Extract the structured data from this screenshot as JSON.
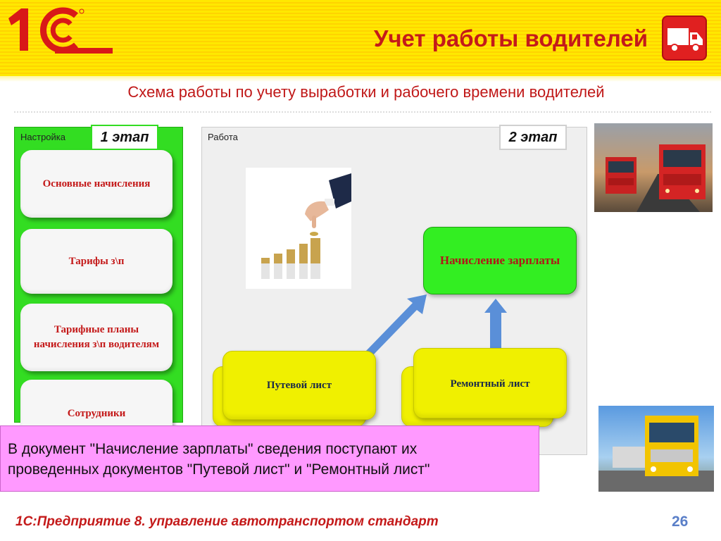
{
  "header": {
    "logo_text": "1С",
    "title": "Учет работы водителей",
    "subtitle": "Схема работы по учету выработки и рабочего времени водителей"
  },
  "setup_panel": {
    "label": "Настройка",
    "stage": "1 этап",
    "items": [
      {
        "label": "Основные начисления"
      },
      {
        "label": "Тарифы з\\п"
      },
      {
        "label": "Тарифные планы начисления з\\п водителям"
      },
      {
        "label": "Сотрудники"
      }
    ]
  },
  "work_panel": {
    "label": "Работа",
    "stage": "2 этап",
    "payroll_box": "Начисление зарплаты",
    "waybill_box": "Путевой лист",
    "repair_box": "Ремонтный лист"
  },
  "info": {
    "line1": "В документ \"Начисление зарплаты\" сведения поступают их",
    "line2": "проведенных документов \"Путевой лист\" и \"Ремонтный лист\""
  },
  "footer": {
    "product": "1С:Предприятие 8. управление автотранспортом стандарт",
    "page": "26"
  },
  "colors": {
    "accent_red": "#c41a1a",
    "header_yellow": "#ffe800",
    "setup_green": "#33dd22",
    "box_yellow": "#f0f000",
    "info_pink": "#ff99ff",
    "arrow_blue": "#5a8fd8"
  }
}
